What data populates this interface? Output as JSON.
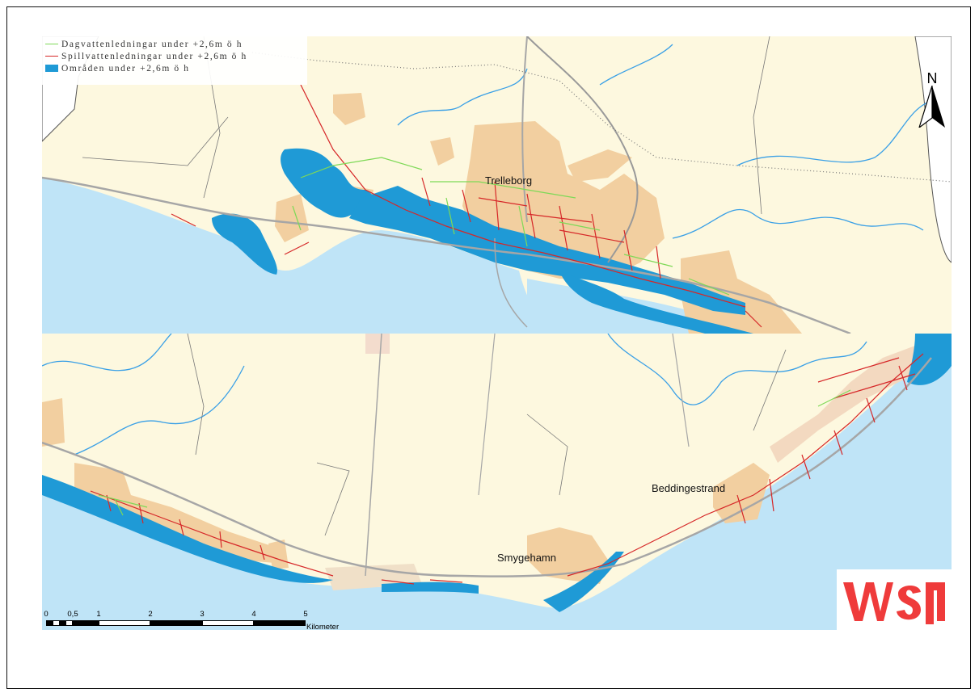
{
  "legend": {
    "items": [
      {
        "label": "Dagvattenledningar under +2,6m ö h",
        "color": "#7ed957",
        "kind": "line"
      },
      {
        "label": "Spillvattenledningar under +2,6m ö h",
        "color": "#d62728",
        "kind": "line"
      },
      {
        "label": "Områden under +2,6m ö h",
        "color": "#1f9ad6",
        "kind": "fill"
      }
    ]
  },
  "places": {
    "trelleborg": "Trelleborg",
    "beddingestrand": "Beddingestrand",
    "smygehamn": "Smygehamn"
  },
  "north_arrow": {
    "letter": "N"
  },
  "scale": {
    "ticks": [
      "0",
      "0,5",
      "1",
      "2",
      "3",
      "4",
      "5"
    ],
    "unit": "Kilometer"
  },
  "logo": {
    "text": "wsp",
    "color": "#ef3b3b"
  },
  "colors": {
    "land": "#fdf8df",
    "sea": "#bfe4f7",
    "urban": "#f2cfa0",
    "water_line": "#3aa0e6",
    "road": "#a6a6a6",
    "boundary": "#555555"
  }
}
